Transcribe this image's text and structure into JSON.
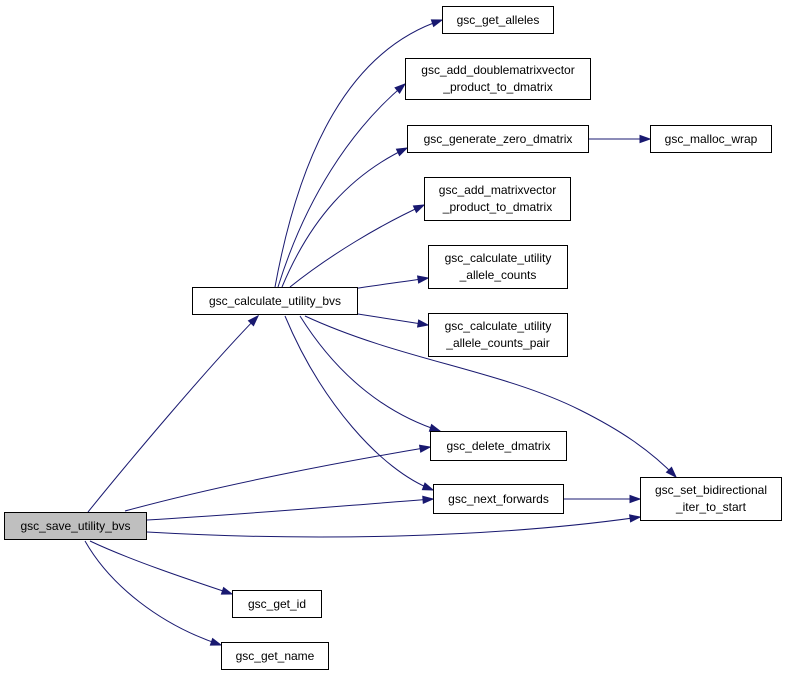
{
  "graph": {
    "edge_color": "#191970",
    "root_fill": "#bfbfbf",
    "nodes": {
      "save_utility_bvs": {
        "lines": [
          "gsc_save_utility_bvs"
        ]
      },
      "calculate_utility_bvs": {
        "lines": [
          "gsc_calculate_utility_bvs"
        ]
      },
      "get_alleles": {
        "lines": [
          "gsc_get_alleles"
        ]
      },
      "add_doublematrixvector": {
        "lines": [
          "gsc_add_doublematrixvector",
          "_product_to_dmatrix"
        ]
      },
      "generate_zero_dmatrix": {
        "lines": [
          "gsc_generate_zero_dmatrix"
        ]
      },
      "malloc_wrap": {
        "lines": [
          "gsc_malloc_wrap"
        ]
      },
      "add_matrixvector": {
        "lines": [
          "gsc_add_matrixvector",
          "_product_to_dmatrix"
        ]
      },
      "calc_allele_counts": {
        "lines": [
          "gsc_calculate_utility",
          "_allele_counts"
        ]
      },
      "calc_allele_counts_pair": {
        "lines": [
          "gsc_calculate_utility",
          "_allele_counts_pair"
        ]
      },
      "delete_dmatrix": {
        "lines": [
          "gsc_delete_dmatrix"
        ]
      },
      "next_forwards": {
        "lines": [
          "gsc_next_forwards"
        ]
      },
      "set_bidirectional": {
        "lines": [
          "gsc_set_bidirectional",
          "_iter_to_start"
        ]
      },
      "get_id": {
        "lines": [
          "gsc_get_id"
        ]
      },
      "get_name": {
        "lines": [
          "gsc_get_name"
        ]
      }
    },
    "edges": [
      [
        "save_utility_bvs",
        "calculate_utility_bvs"
      ],
      [
        "save_utility_bvs",
        "delete_dmatrix"
      ],
      [
        "save_utility_bvs",
        "next_forwards"
      ],
      [
        "save_utility_bvs",
        "set_bidirectional"
      ],
      [
        "save_utility_bvs",
        "get_id"
      ],
      [
        "save_utility_bvs",
        "get_name"
      ],
      [
        "calculate_utility_bvs",
        "get_alleles"
      ],
      [
        "calculate_utility_bvs",
        "add_doublematrixvector"
      ],
      [
        "calculate_utility_bvs",
        "generate_zero_dmatrix"
      ],
      [
        "calculate_utility_bvs",
        "add_matrixvector"
      ],
      [
        "calculate_utility_bvs",
        "calc_allele_counts"
      ],
      [
        "calculate_utility_bvs",
        "calc_allele_counts_pair"
      ],
      [
        "calculate_utility_bvs",
        "delete_dmatrix"
      ],
      [
        "calculate_utility_bvs",
        "next_forwards"
      ],
      [
        "calculate_utility_bvs",
        "set_bidirectional"
      ],
      [
        "generate_zero_dmatrix",
        "malloc_wrap"
      ],
      [
        "next_forwards",
        "set_bidirectional"
      ]
    ]
  }
}
